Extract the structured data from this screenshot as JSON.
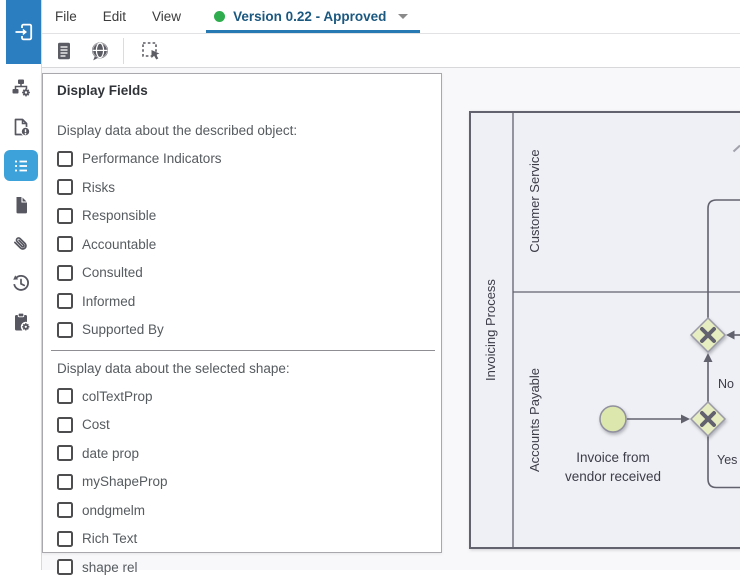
{
  "menubar": {
    "items": [
      {
        "label": "File"
      },
      {
        "label": "Edit"
      },
      {
        "label": "View"
      }
    ],
    "version": {
      "label": "Version 0.22 - Approved",
      "status_dot_color": "#2fad4e",
      "underline_color": "#2779b4"
    }
  },
  "toolbar": {
    "icons": [
      {
        "name": "document-report-icon"
      },
      {
        "name": "globe-comment-icon"
      },
      {
        "name": "multi-select-icon"
      }
    ]
  },
  "sidebar": {
    "logo_icon": "enter-workspace-icon",
    "selected_color": "#3ea2da",
    "items": [
      {
        "icon": "sitemap-gear-icon",
        "selected": false
      },
      {
        "icon": "file-alert-icon",
        "selected": false
      },
      {
        "icon": "list-icon",
        "selected": true
      },
      {
        "icon": "file-icon",
        "selected": false
      },
      {
        "icon": "paperclip-icon",
        "selected": false
      },
      {
        "icon": "history-icon",
        "selected": false
      },
      {
        "icon": "clipboard-gear-icon",
        "selected": false
      }
    ]
  },
  "panel": {
    "title": "Display Fields",
    "described_section": {
      "label": "Display data about the described object:",
      "options": [
        {
          "label": "Performance Indicators",
          "checked": false
        },
        {
          "label": "Risks",
          "checked": false
        },
        {
          "label": "Responsible",
          "checked": false
        },
        {
          "label": "Accountable",
          "checked": false
        },
        {
          "label": "Consulted",
          "checked": false
        },
        {
          "label": "Informed",
          "checked": false
        },
        {
          "label": "Supported By",
          "checked": false
        }
      ]
    },
    "shape_section": {
      "label": "Display data about the selected shape:",
      "options": [
        {
          "label": "colTextProp",
          "checked": false
        },
        {
          "label": "Cost",
          "checked": false
        },
        {
          "label": "date prop",
          "checked": false
        },
        {
          "label": "myShapeProp",
          "checked": false
        },
        {
          "label": "ondgmelm",
          "checked": false
        },
        {
          "label": "Rich Text",
          "checked": false
        },
        {
          "label": "shape rel",
          "checked": false
        }
      ]
    }
  },
  "diagram": {
    "pool_label": "Invoicing Process",
    "lanes": [
      {
        "label": "Customer Service"
      },
      {
        "label": "Accounts Payable"
      }
    ],
    "start_event": {
      "label_line1": "Invoice from",
      "label_line2": "vendor received"
    },
    "gateway_labels": {
      "yes": "Yes",
      "no": "No"
    },
    "colors": {
      "pool_fill": "#eef0f5",
      "pool_border": "#62626e",
      "event_fill": "#dce7ad",
      "gateway_fill": "#e6edc0",
      "shape_border": "#90909e",
      "connector": "#62626e"
    }
  }
}
